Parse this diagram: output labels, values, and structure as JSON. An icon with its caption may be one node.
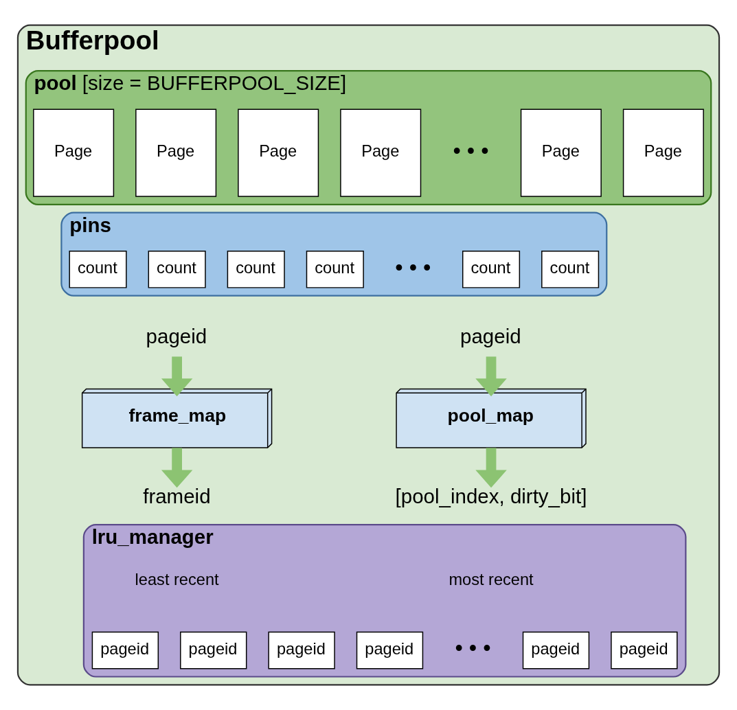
{
  "diagram": {
    "nodes": [
      {
        "text": [
          "Bufferpool"
        ]
      },
      {
        "text": [
          "pool",
          "[size = BUFFERPOOL_SIZE]"
        ],
        "in": 0
      },
      {
        "text": [
          "Page"
        ],
        "in": 1
      },
      {
        "text": [
          "Page"
        ],
        "in": 1
      },
      {
        "text": [
          "Page"
        ],
        "in": 1
      },
      {
        "text": [
          "Page"
        ],
        "in": 1
      },
      {
        "text": [
          "Page"
        ],
        "in": 1
      },
      {
        "text": [
          "Page"
        ],
        "in": 1
      },
      {
        "text": [
          "pins"
        ],
        "in": 0
      },
      {
        "text": [
          "count"
        ],
        "in": 8
      },
      {
        "text": [
          "count"
        ],
        "in": 8
      },
      {
        "text": [
          "count"
        ],
        "in": 8
      },
      {
        "text": [
          "count"
        ],
        "in": 8
      },
      {
        "text": [
          "count"
        ],
        "in": 8
      },
      {
        "text": [
          "count"
        ],
        "in": 8
      },
      {
        "text": [
          "pageid"
        ],
        "in": 0
      },
      {
        "text": [
          "frame_map"
        ],
        "in": 0
      },
      {
        "text": [
          "frameid"
        ],
        "in": 0
      },
      {
        "text": [
          "pageid"
        ],
        "in": 0
      },
      {
        "text": [
          "pool_map"
        ],
        "in": 0
      },
      {
        "text": [
          "[pool_index, dirty_bit]"
        ],
        "in": 0
      },
      {
        "text": [
          "lru_manager"
        ],
        "in": 0
      },
      {
        "text": [
          "pageid"
        ],
        "in": 21
      },
      {
        "text": [
          "pageid"
        ],
        "in": 21
      },
      {
        "text": [
          "pageid"
        ],
        "in": 21
      },
      {
        "text": [
          "pageid"
        ],
        "in": 21
      },
      {
        "text": [
          "pageid"
        ],
        "in": 21
      },
      {
        "text": [
          "pageid"
        ],
        "in": 21
      }
    ],
    "edges": [
      {
        "from": 15,
        "to": 16,
        "arrow": "to",
        "color": "#8cc372"
      },
      {
        "from": 16,
        "to": 17,
        "arrow": "to",
        "color": "#8cc372"
      },
      {
        "from": 18,
        "to": 19,
        "arrow": "to",
        "color": "#8cc372"
      },
      {
        "from": 19,
        "to": 20,
        "arrow": "to",
        "color": "#8cc372"
      }
    ],
    "labels": [
      "• • •",
      "• • •",
      "least recent",
      "most recent",
      "• • •"
    ]
  }
}
